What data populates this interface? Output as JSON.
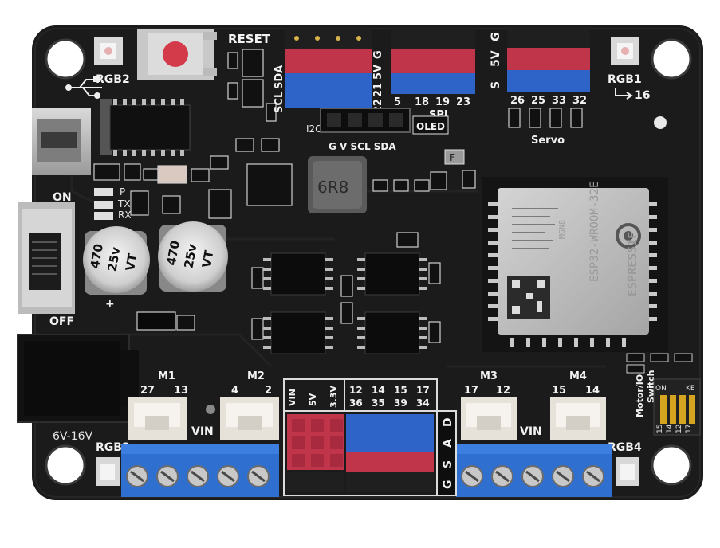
{
  "silkscreen": {
    "reset": "RESET",
    "rgb2": "RGB2",
    "rgb1": "RGB1",
    "rgb1_pin": "16",
    "rgb3": "RGB3",
    "rgb4": "RGB4",
    "on": "ON",
    "off": "OFF",
    "voltage": "6V-16V",
    "scl": "SCL",
    "sda": "SDA",
    "i2c": "I2C",
    "pin22": "22",
    "pin21": "21",
    "rail_5v": "5V",
    "rail_g": "G",
    "rail_s": "S",
    "spi_pins": [
      "5",
      "18",
      "19",
      "23"
    ],
    "spi": "SPI",
    "servo_pins": [
      "26",
      "25",
      "33",
      "32"
    ],
    "servo": "Servo",
    "oled": "OLED",
    "oled_pins": "G  V  SCL SDA",
    "led_p": "P",
    "led_tx": "TX",
    "led_rx": "RX",
    "plus": "+",
    "fuse": "F",
    "inductor": "6R8",
    "cap_value": "470",
    "cap_voltage": "25v",
    "cap_type": "VT",
    "m1": "M1",
    "m1_pins": [
      "27",
      "13"
    ],
    "m2": "M2",
    "m2_pins": [
      "4",
      "2"
    ],
    "m3": "M3",
    "m3_pins": [
      "17",
      "12"
    ],
    "m4": "M4",
    "m4_pins": [
      "15",
      "14"
    ],
    "vin": "VIN",
    "power_hdr": [
      "VIN",
      "5V",
      "3.3V"
    ],
    "gpio_top": [
      "12",
      "14",
      "15",
      "17"
    ],
    "gpio_bottom": [
      "36",
      "35",
      "39",
      "34"
    ],
    "gsad": [
      "D",
      "A",
      "S",
      "G"
    ],
    "motor_switch": [
      "Motor/IO",
      "Switch"
    ],
    "dip_on": "ON",
    "dip_ke": "KE",
    "sw_pins": [
      "15",
      "14",
      "12",
      "17"
    ]
  },
  "module": {
    "name": "ESP32-WROOM-32E",
    "brand": "ESPRESSIF",
    "code": "M6N8"
  },
  "colors": {
    "board": "#1b1b1b",
    "header_red": "#c0354a",
    "header_blue": "#2e63c8",
    "terminal_blue": "#2f6fd0",
    "silk": "#f2f2f2"
  }
}
